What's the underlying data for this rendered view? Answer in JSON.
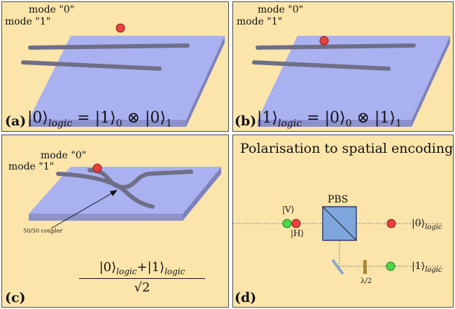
{
  "panel_a": {
    "mode0": "mode \"0\"",
    "mode1": "mode \"1\"",
    "tag": "(a)",
    "eq": {
      "lhs": "|0⟩",
      "lhs_sub": "logic",
      "mid": " = |1⟩",
      "mid_sub": "0",
      "rest": " ⊗ |0⟩",
      "rest_sub": "1"
    }
  },
  "panel_b": {
    "mode0": "mode \"0\"",
    "mode1": "mode \"1\"",
    "tag": "(b)",
    "eq": {
      "lhs": "|1⟩",
      "lhs_sub": "logic",
      "mid": " = |0⟩",
      "mid_sub": "0",
      "rest": " ⊗ |1⟩",
      "rest_sub": "1"
    }
  },
  "panel_c": {
    "mode0": "mode \"0\"",
    "mode1": "mode \"1\"",
    "tag": "(c)",
    "coupler": "50/50 coupler",
    "numerator": {
      "a": "|0⟩",
      "a_sub": "logic",
      "plus": "+|1⟩",
      "b_sub": "logic"
    },
    "denominator": "√2"
  },
  "panel_d": {
    "title": "Polarisation to spatial encoding",
    "tag": "(d)",
    "pbs": "PBS",
    "v": "|V⟩",
    "h": "|H⟩",
    "out0": {
      "ket": "|0⟩",
      "sub": "logic"
    },
    "out1": {
      "ket": "|1⟩",
      "sub": "logic"
    },
    "waveplate": "λ/2"
  },
  "colors": {
    "panel_bg": "#fbe5ab",
    "chip_top": "#aab1f0",
    "waveguide": "#6e6e86",
    "photon_red": "#e8413d",
    "photon_green": "#4bd84b",
    "pbs_blue": "#7ea6dd",
    "waveplate": "#a88a3a"
  }
}
